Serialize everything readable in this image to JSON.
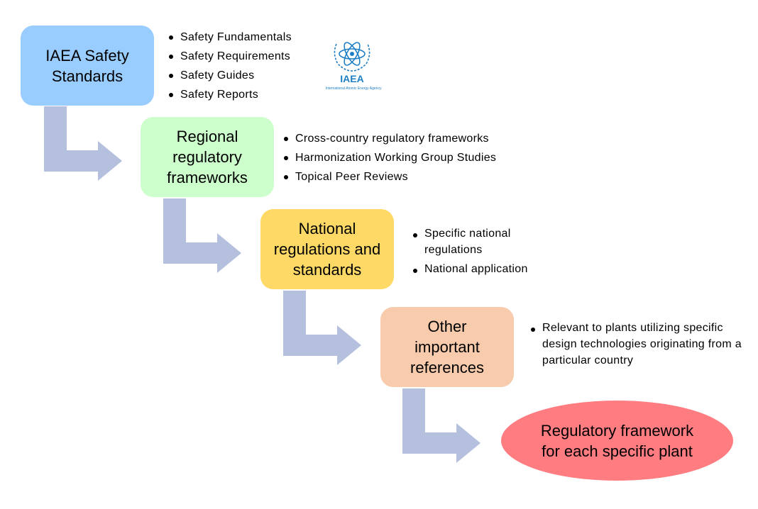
{
  "steps": [
    {
      "title": "IAEA Safety Standards",
      "color": "#99ccff",
      "bullets": [
        "Safety Fundamentals",
        "Safety Requirements",
        "Safety Guides",
        "Safety Reports"
      ]
    },
    {
      "title": "Regional regulatory frameworks",
      "color": "#ccffcc",
      "bullets": [
        "Cross-country regulatory frameworks",
        "Harmonization Working Group Studies",
        "Topical Peer Reviews"
      ]
    },
    {
      "title": "National regulations and standards",
      "color": "#ffd966",
      "bullets": [
        "Specific national regulations",
        "National application"
      ]
    },
    {
      "title": "Other important references",
      "color": "#f8cbad",
      "bullets": [
        "Relevant to plants utilizing specific design technologies originating from a particular country"
      ]
    }
  ],
  "final": {
    "title": "Regulatory framework for each specific plant",
    "color": "#ff7c80"
  },
  "logo": {
    "icon": "iaea-emblem-icon",
    "name": "IAEA",
    "subtitle": "International Atomic Energy Agency",
    "color": "#1f7fc4"
  },
  "arrow_color": "#b4c0de"
}
